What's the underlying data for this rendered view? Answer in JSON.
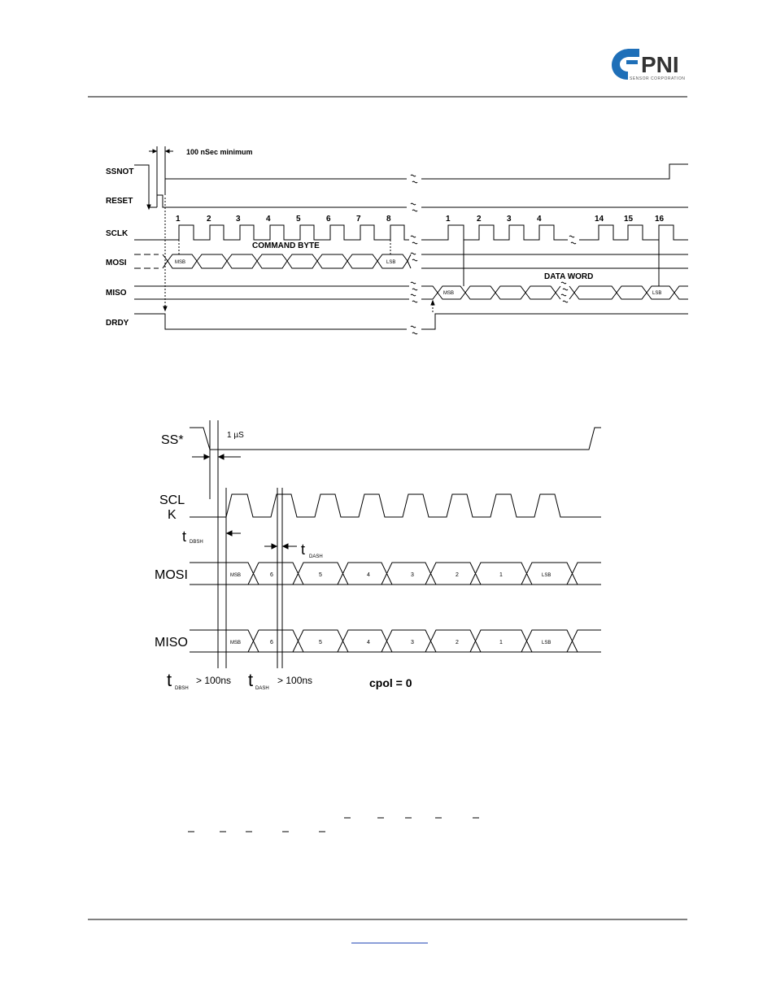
{
  "header": {
    "logo_text": "PNI",
    "logo_subtext": "SENSOR CORPORATION"
  },
  "diagram1": {
    "min_label": "100 nSec minimum",
    "signals": [
      "SSNOT",
      "RESET",
      "SCLK",
      "MOSI",
      "MISO",
      "DRDY"
    ],
    "clock_numbers_a": [
      "1",
      "2",
      "3",
      "4",
      "5",
      "6",
      "7",
      "8"
    ],
    "clock_numbers_b": [
      "1",
      "2",
      "3",
      "4",
      "14",
      "15",
      "16"
    ],
    "command_byte": "COMMAND BYTE",
    "data_word": "DATA WORD",
    "msb": "MSB",
    "lsb": "LSB"
  },
  "diagram2": {
    "signals": [
      "SS*",
      "SCL",
      "K",
      "MOSI",
      "MISO"
    ],
    "one_us": "1 µS",
    "t": "t",
    "dbsh": "DBSH",
    "dash": "DASH",
    "gt_100ns": "> 100ns",
    "cpol": "cpol = 0",
    "bits": [
      "MSB",
      "6",
      "5",
      "4",
      "3",
      "2",
      "1",
      "LSB"
    ]
  }
}
